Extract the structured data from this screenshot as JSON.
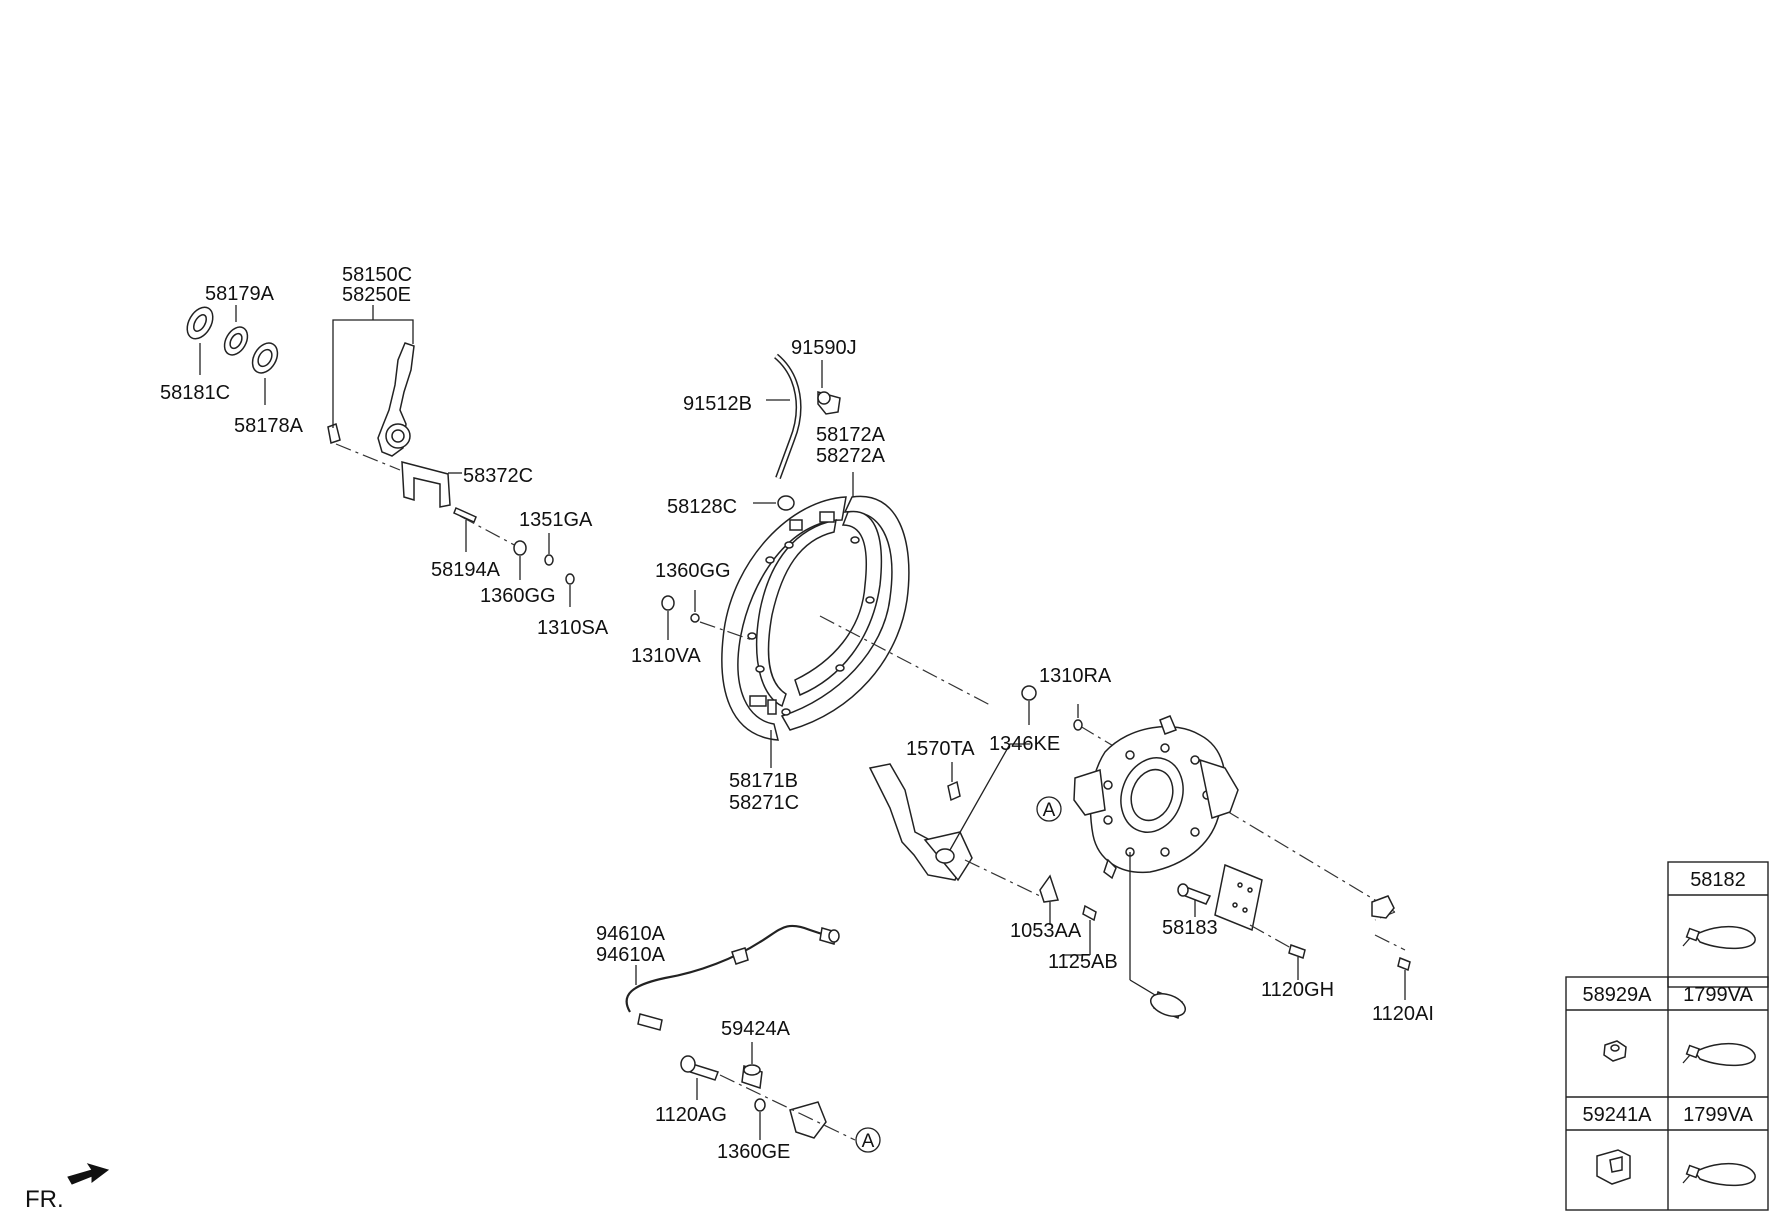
{
  "labels": {
    "p58150c": "58150C",
    "p58250e": "58250E",
    "p58179a": "58179A",
    "p58181c": "58181C",
    "p58178a": "58178A",
    "p58372c": "58372C",
    "p1351ga": "1351GA",
    "p58194a": "58194A",
    "p1360gg_a": "1360GG",
    "p1310sa": "1310SA",
    "p91590j": "91590J",
    "p91512b": "91512B",
    "p58172a": "58172A",
    "p58272a": "58272A",
    "p58128c": "58128C",
    "p1360gg_b": "1360GG",
    "p1310va": "1310VA",
    "p58171b": "58171B",
    "p58271c": "58271C",
    "p1310ra": "1310RA",
    "p1570ta": "1570TA",
    "p1346ke": "1346KE",
    "p1053aa": "1053AA",
    "p1125ab": "1125AB",
    "p58183": "58183",
    "p1120gh": "1120GH",
    "p1120ai": "1120AI",
    "p94610a_1": "94610A",
    "p94610a_2": "94610A",
    "p59424a": "59424A",
    "p1120ag": "1120AG",
    "p1360ge": "1360GE"
  },
  "markers": {
    "ref_a": "A"
  },
  "direction": {
    "front": "FR."
  },
  "legend_table": {
    "cells": [
      "58182",
      "58929A",
      "1799VA",
      "59241A",
      "1799VA"
    ]
  },
  "icons": [
    "cable-tie-icon",
    "nut-icon",
    "bracket-icon"
  ]
}
